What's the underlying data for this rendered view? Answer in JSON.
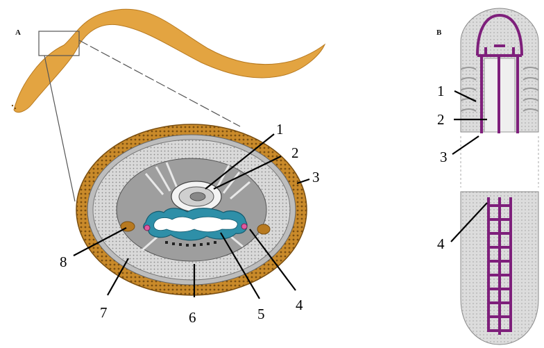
{
  "panels": {
    "a": {
      "letter": "A"
    },
    "b": {
      "letter": "B"
    }
  },
  "labels_a": [
    "1",
    "2",
    "3",
    "4",
    "5",
    "6",
    "7",
    "8"
  ],
  "labels_b": [
    "1",
    "2",
    "3",
    "4"
  ],
  "colors": {
    "worm_body": "#e3a441",
    "cuticle": "#c98a2a",
    "gut_wall": "#2e8fa8",
    "nerve_cords": "#7e1f7b",
    "epidermis_grey": "#d6d6d6"
  }
}
